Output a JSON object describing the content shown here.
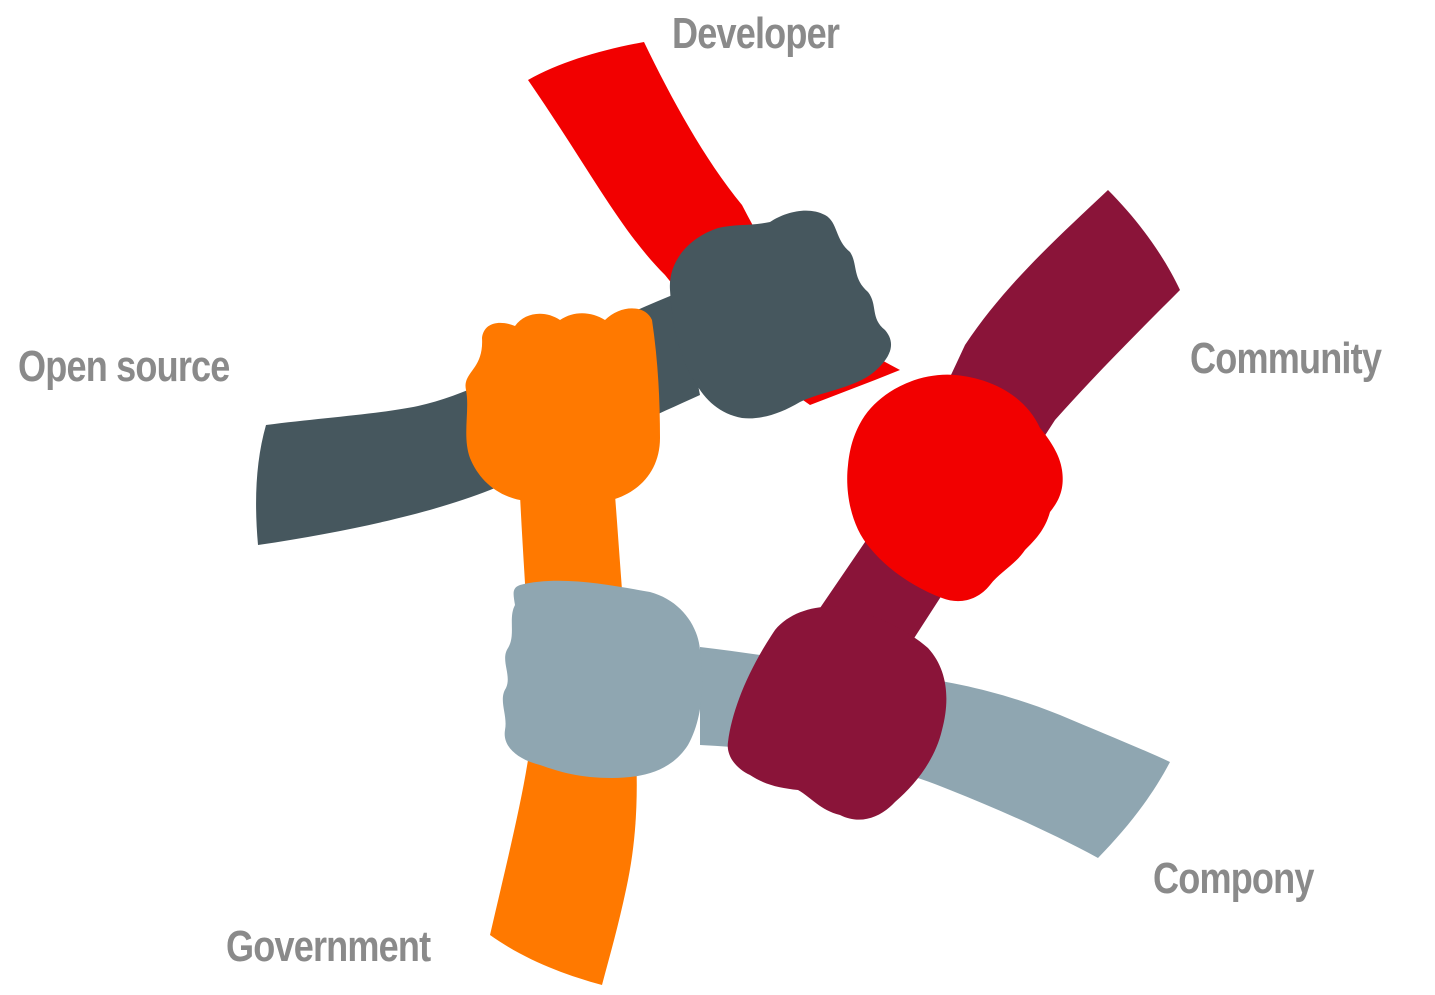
{
  "diagram": {
    "labels": {
      "developer": "Developer",
      "community": "Community",
      "open_source": "Open source",
      "company": "Compony",
      "government": "Government"
    },
    "colors": {
      "developer_red": "#F20000",
      "community_maroon": "#8A1439",
      "open_source_slate": "#46575E",
      "company_bluegrey": "#8FA6B1",
      "government_orange": "#FF7900",
      "label_grey": "#8A8A8A",
      "background": "#FFFFFF"
    },
    "arms": [
      {
        "id": "developer",
        "color_key": "developer_red",
        "icon": "raised-arm-fist-icon"
      },
      {
        "id": "community",
        "color_key": "community_maroon",
        "icon": "raised-arm-fist-icon"
      },
      {
        "id": "open_source",
        "color_key": "open_source_slate",
        "icon": "raised-arm-fist-icon"
      },
      {
        "id": "company",
        "color_key": "company_bluegrey",
        "icon": "raised-arm-fist-icon"
      },
      {
        "id": "government",
        "color_key": "government_orange",
        "icon": "raised-arm-fist-icon"
      }
    ]
  }
}
